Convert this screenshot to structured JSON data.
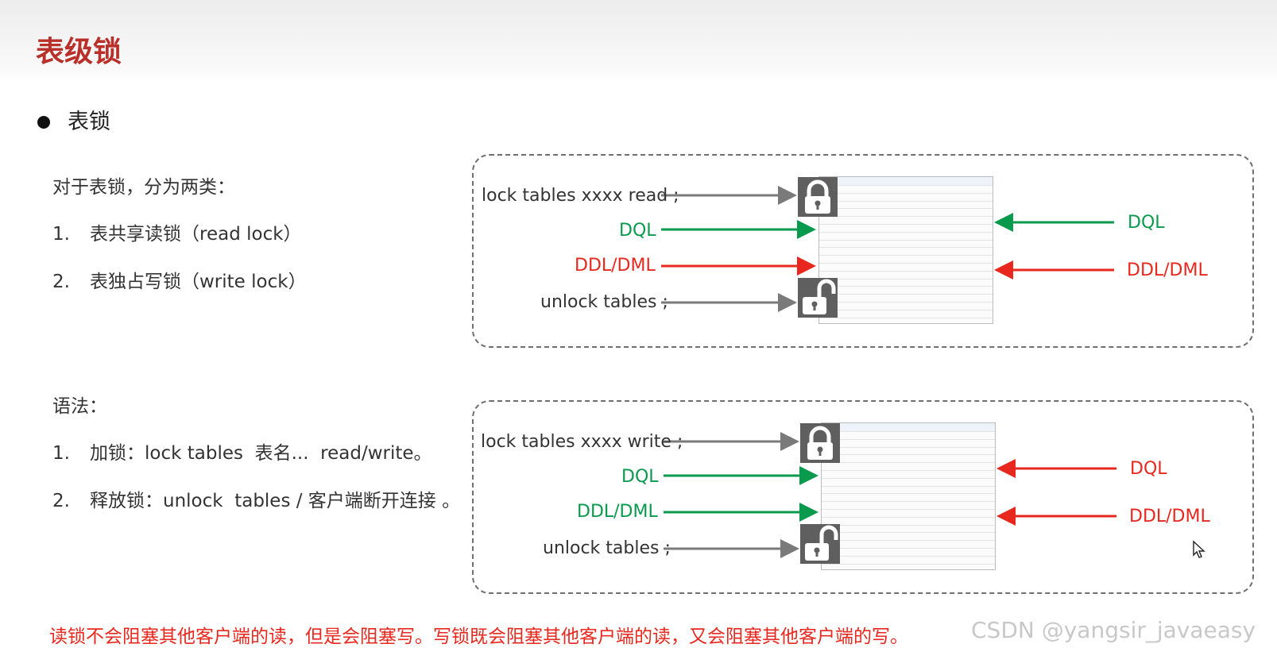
{
  "slide": {
    "title": "表级锁",
    "bullet": "表锁",
    "intro": "对于表锁，分为两类：",
    "types": [
      {
        "num": "1.",
        "text": "表共享读锁（read lock）"
      },
      {
        "num": "2.",
        "text": "表独占写锁（write lock）"
      }
    ],
    "syntax_label": "语法：",
    "syntax": [
      {
        "num": "1.",
        "text": "加锁：lock tables  表名...  read/write。"
      },
      {
        "num": "2.",
        "text": "释放锁：unlock  tables / 客户端断开连接 。"
      }
    ],
    "footer": "读锁不会阻塞其他客户端的读，但是会阻塞写。写锁既会阻塞其他客户端的读，又会阻塞其他客户端的写。",
    "watermark": "CSDN @yangsir_javaeasy"
  },
  "diagrams": {
    "read": {
      "lock_cmd": "lock tables xxxx read ;",
      "left_dql": "DQL",
      "left_ddl": "DDL/DML",
      "unlock_cmd": "unlock tables ;",
      "right_dql": "DQL",
      "right_ddl": "DDL/DML",
      "right_dql_color": "#0a9a4e",
      "right_ddl_color": "#e8281e"
    },
    "write": {
      "lock_cmd": "lock tables xxxx write ;",
      "left_dql": "DQL",
      "left_ddl": "DDL/DML",
      "unlock_cmd": "unlock tables ;",
      "right_dql": "DQL",
      "right_ddl": "DDL/DML",
      "right_dql_color": "#e8281e",
      "right_ddl_color": "#e8281e"
    }
  },
  "colors": {
    "title": "#b9302a",
    "green": "#0a9a4e",
    "red": "#e8281e",
    "gray_arrow": "#7a7a7a"
  },
  "icons": [
    "padlock-closed-icon",
    "padlock-open-icon",
    "mouse-cursor-icon"
  ]
}
